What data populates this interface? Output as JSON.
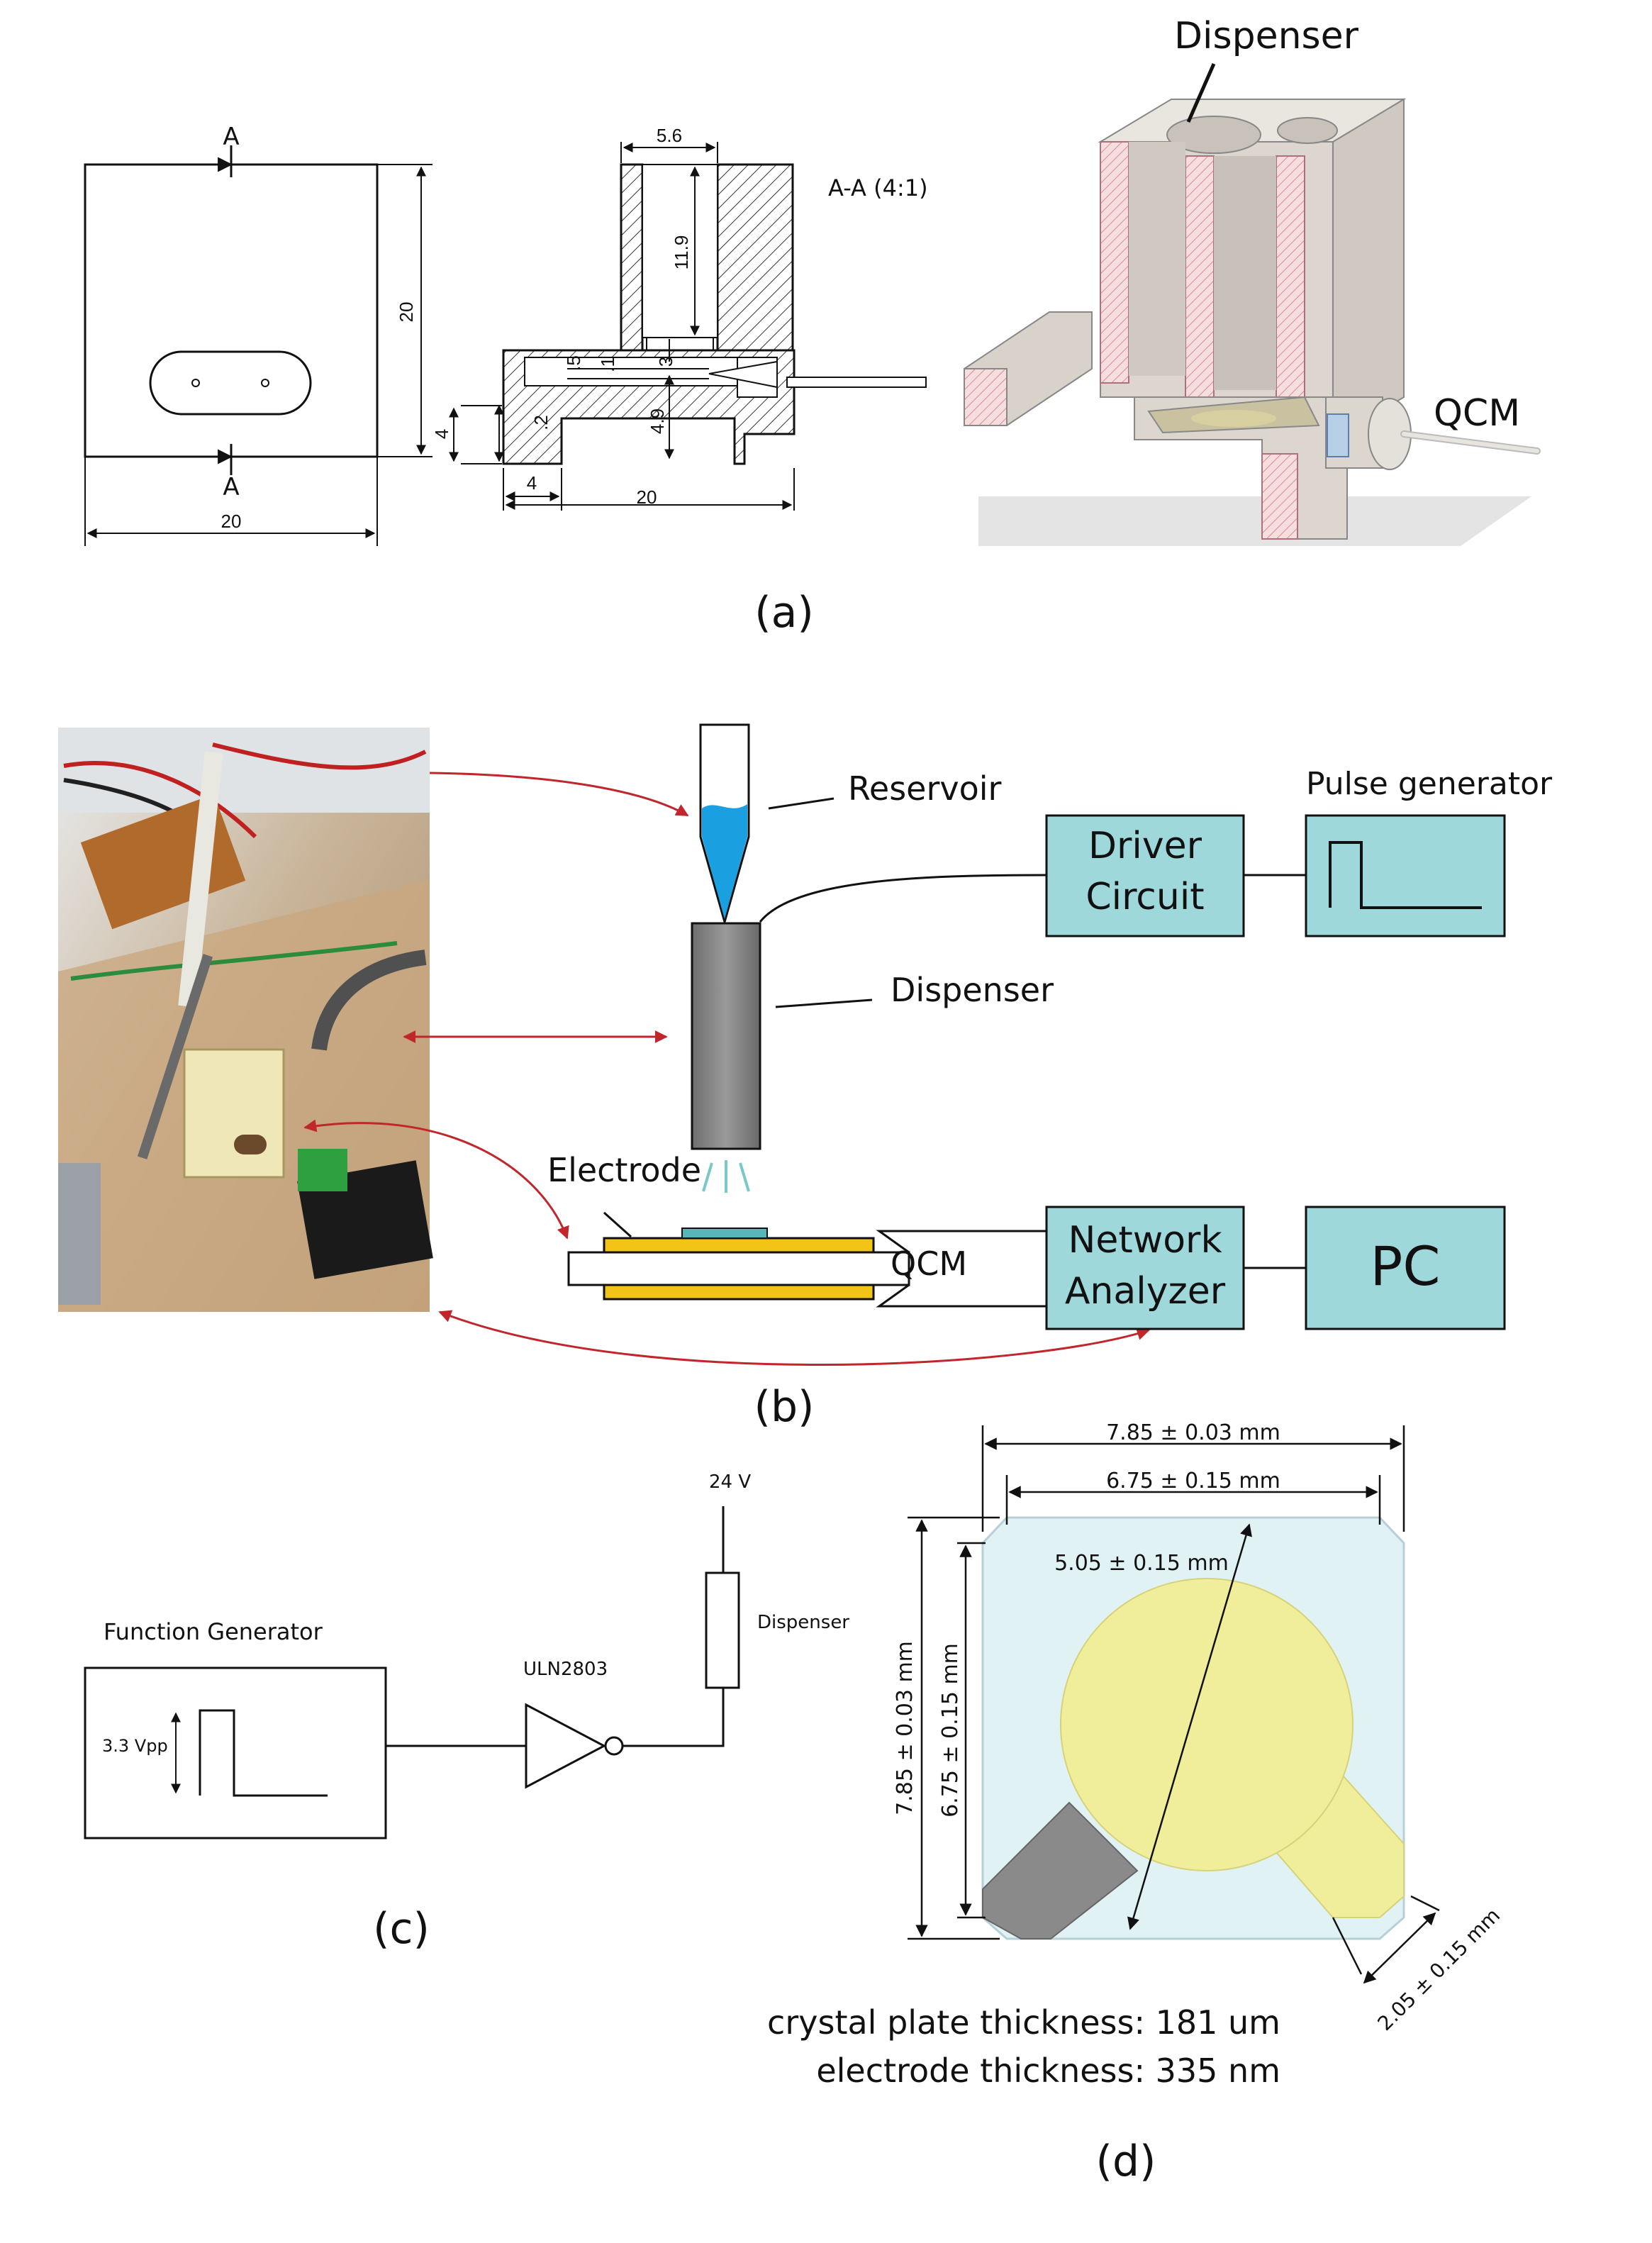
{
  "panel_a": {
    "section_mark_top": "A",
    "section_mark_bottom": "A",
    "front_height": "20",
    "front_width": "20",
    "section_title": "A-A (4:1)",
    "dim_bore_width": "5.6",
    "dim_bore_depth": "11.9",
    "dim_neck": "3",
    "dim_channel": ".5",
    "dim_channel_gap": ".1",
    "dim_slot": ".2",
    "dim_lower": "4.9",
    "dim_foot_height": "4",
    "dim_foot_width": "4",
    "dim_total_width": "20",
    "label_dispenser": "Dispenser",
    "label_qcm": "QCM",
    "caption": "(a)"
  },
  "panel_b": {
    "label_reservoir": "Reservoir",
    "label_dispenser": "Dispenser",
    "label_electrode": "Electrode",
    "label_qcm": "QCM",
    "label_pulse_generator": "Pulse generator",
    "box_driver_line1": "Driver",
    "box_driver_line2": "Circuit",
    "box_network_line1": "Network",
    "box_network_line2": "Analyzer",
    "box_pc": "PC",
    "caption": "(b)"
  },
  "panel_c": {
    "title": "Function Generator",
    "amplitude": "3.3 Vpp",
    "chip": "ULN2803",
    "supply": "24 V",
    "load": "Dispenser",
    "caption": "(c)"
  },
  "panel_d": {
    "dim_outer_width": "7.85 ± 0.03 mm",
    "dim_inner_width": "6.75 ± 0.15 mm",
    "dim_diameter": "5.05 ± 0.15 mm",
    "dim_outer_height": "7.85 ± 0.03 mm",
    "dim_inner_height": "6.75 ± 0.15 mm",
    "dim_tab": "2.05 ± 0.15 mm",
    "note_plate": "crystal plate thickness: 181 um",
    "note_electrode": "electrode thickness: 335 nm",
    "caption": "(d)"
  },
  "colors": {
    "box_fill": "#9fd8db",
    "electrode_gold": "#f2c416",
    "reservoir_blue": "#1a9fe0",
    "disk_yellow": "#f0ee9a",
    "arrow_red": "#c0262c"
  }
}
